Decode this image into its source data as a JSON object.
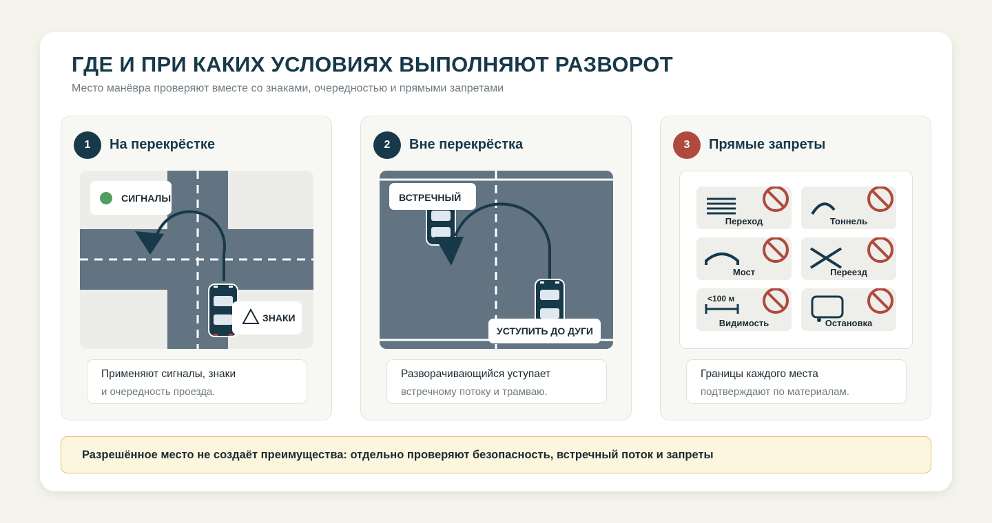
{
  "header": {
    "title": "ГДЕ И ПРИ КАКИХ УСЛОВИЯХ ВЫПОЛНЯЮТ РАЗВОРОТ",
    "subtitle": "Место манёвра проверяют вместе со знаками, очередностью и прямыми запретами"
  },
  "panels": [
    {
      "number": "1",
      "title": "На перекрёстке",
      "labels": {
        "signals": "СИГНАЛЫ",
        "signs": "ЗНАКИ"
      },
      "note_line1": "Применяют сигналы, знаки",
      "note_line2": "и очередность проезда."
    },
    {
      "number": "2",
      "title": "Вне перекрёстка",
      "labels": {
        "oncoming": "ВСТРЕЧНЫЙ",
        "yield": "УСТУПИТЬ ДО ДУГИ"
      },
      "note_line1": "Разворачивающийся уступает",
      "note_line2": "встречному потоку и трамваю."
    },
    {
      "number": "3",
      "title": "Прямые запреты",
      "bans": [
        {
          "label": "Переход",
          "icon": "crosswalk-icon"
        },
        {
          "label": "Тоннель",
          "icon": "tunnel-icon"
        },
        {
          "label": "Мост",
          "icon": "bridge-icon"
        },
        {
          "label": "Переезд",
          "icon": "railway-crossing-icon"
        },
        {
          "label": "Видимость",
          "icon": "visibility-icon",
          "distance": "<100 м"
        },
        {
          "label": "Остановка",
          "icon": "bus-stop-icon"
        }
      ],
      "note_line1": "Границы каждого места",
      "note_line2": "подтверждают по материалам."
    }
  ],
  "footer": {
    "text": "Разрешённое место не создаёт преимущества: отдельно проверяют безопасность, встречный поток и запреты"
  },
  "colors": {
    "road": "#627381",
    "dark": "#17394a",
    "prohibit": "#b04a3e",
    "green": "#4f9e5f",
    "footer_bg": "#fdf6df"
  }
}
